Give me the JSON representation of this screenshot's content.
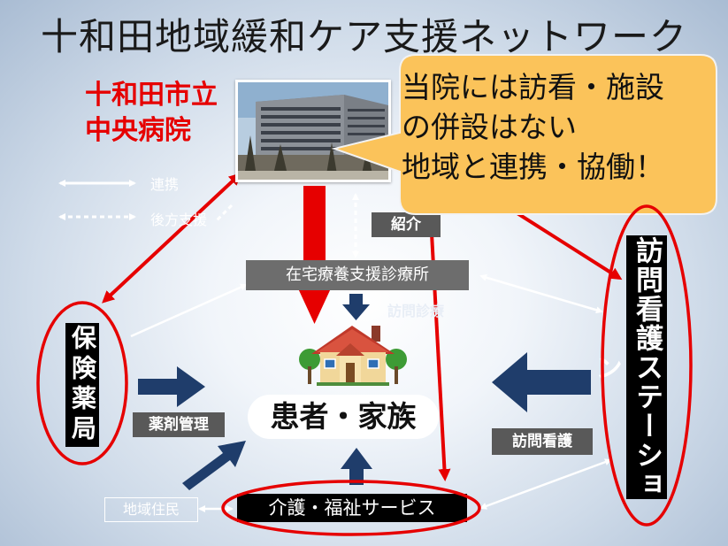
{
  "title": "十和田地域緩和ケア支援ネットワーク",
  "hospital": {
    "line1": "十和田市立",
    "line2": "中央病院"
  },
  "legend": {
    "cooperation": "連携",
    "backup": "後方支援"
  },
  "referral": "紹介",
  "home_clinic": "在宅療養支援診療所",
  "home_visit_medical": "訪問診療",
  "pharmacy": "保険薬局",
  "drug_management": "薬剤管理",
  "patient_family": "患者・家族",
  "nursing_station": "訪問看護ステーション",
  "home_nursing": "訪問看護",
  "care_service": "介護・福祉サービス",
  "local_residents": "地域住民",
  "callout": {
    "line1": "当院には訪看・施設",
    "line2": "の併設はない",
    "line3": "地域と連携・協働！"
  },
  "colors": {
    "red": "#e60000",
    "navy": "#1f3d6b",
    "callout": "#fbc35a",
    "dark_box": "#595959"
  }
}
